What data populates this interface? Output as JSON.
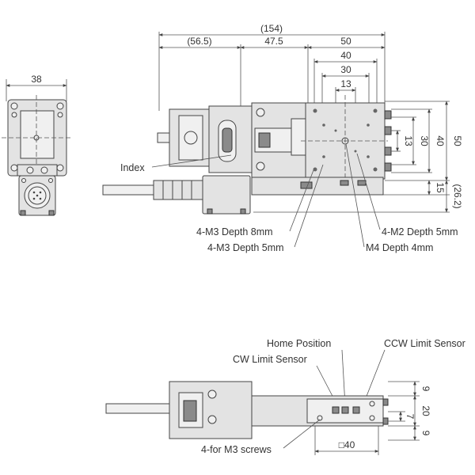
{
  "dimensions": {
    "top_total": "(154)",
    "top_motor": "(56.5)",
    "top_mid": "47.5",
    "top_50": "50",
    "top_40": "40",
    "top_30": "30",
    "top_13": "13",
    "left_38": "38",
    "right_13": "13",
    "right_30": "30",
    "right_40": "40",
    "right_50": "50",
    "right_15": "15",
    "right_26_2": "(26.2)",
    "bottom_9a": "9",
    "bottom_20": "20",
    "bottom_7": "7",
    "bottom_9b": "9",
    "bottom_square40": "□40"
  },
  "labels": {
    "index": "Index",
    "m3_depth8": "4-M3 Depth 8mm",
    "m3_depth5": "4-M3 Depth 5mm",
    "m2_depth5": "4-M2 Depth 5mm",
    "m4_depth4": "M4 Depth 4mm",
    "home_position": "Home Position",
    "ccw_limit": "CCW Limit Sensor",
    "cw_limit": "CW Limit Sensor",
    "m3_screws": "4-for M3 screws"
  }
}
